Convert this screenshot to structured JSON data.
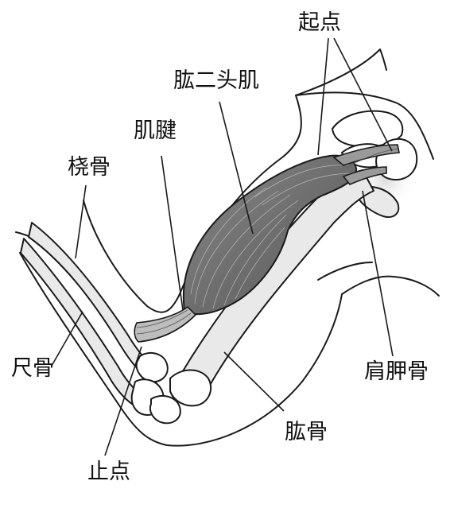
{
  "labels": {
    "origin": "起点",
    "biceps": "肱二头肌",
    "tendon": "肌腱",
    "radius": "桡骨",
    "ulna": "尺骨",
    "insertion": "止点",
    "humerus": "肱骨",
    "scapula": "肩胛骨"
  }
}
